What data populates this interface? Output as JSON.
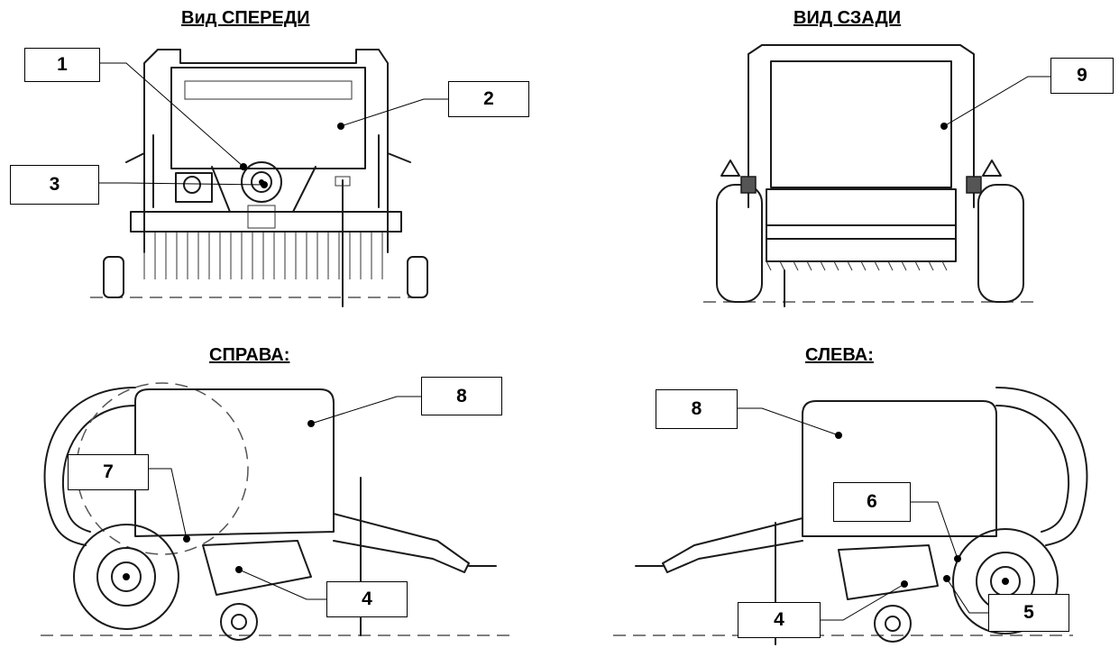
{
  "views": {
    "front": {
      "title": "Вид СПЕРЕДИ",
      "callouts": [
        "1",
        "2",
        "3"
      ]
    },
    "rear": {
      "title": "ВИД СЗАДИ",
      "callouts": [
        "9"
      ]
    },
    "right": {
      "title": "СПРАВА:",
      "callouts": [
        "8",
        "7",
        "4"
      ]
    },
    "left": {
      "title": "СЛЕВА:",
      "callouts": [
        "8",
        "6",
        "4",
        "5"
      ]
    }
  }
}
